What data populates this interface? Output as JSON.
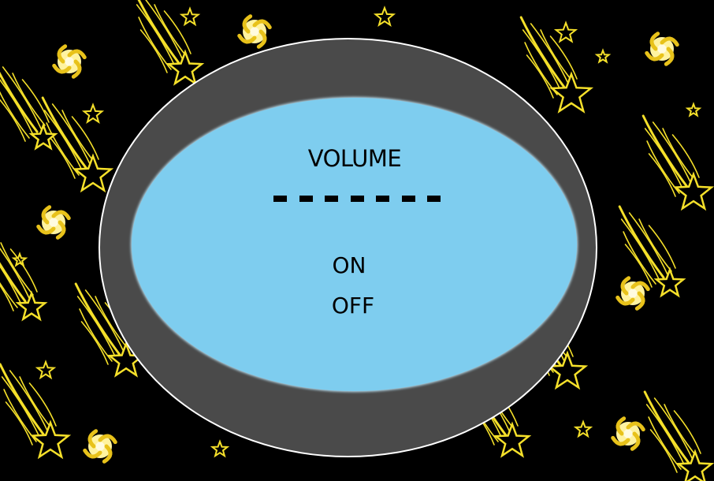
{
  "menu": {
    "title": "VOLUME",
    "volume_level": 1.0,
    "volume_segments": 7,
    "on_label": "ON",
    "off_label": "OFF"
  },
  "colors": {
    "background": "#000000",
    "frame": "#4a4a4a",
    "panel": "#7ecdef",
    "decoration": "#f5e02a"
  },
  "decorations": {
    "icons": [
      "shooting-star-icon",
      "star-icon",
      "swirl-galaxy-icon"
    ]
  }
}
